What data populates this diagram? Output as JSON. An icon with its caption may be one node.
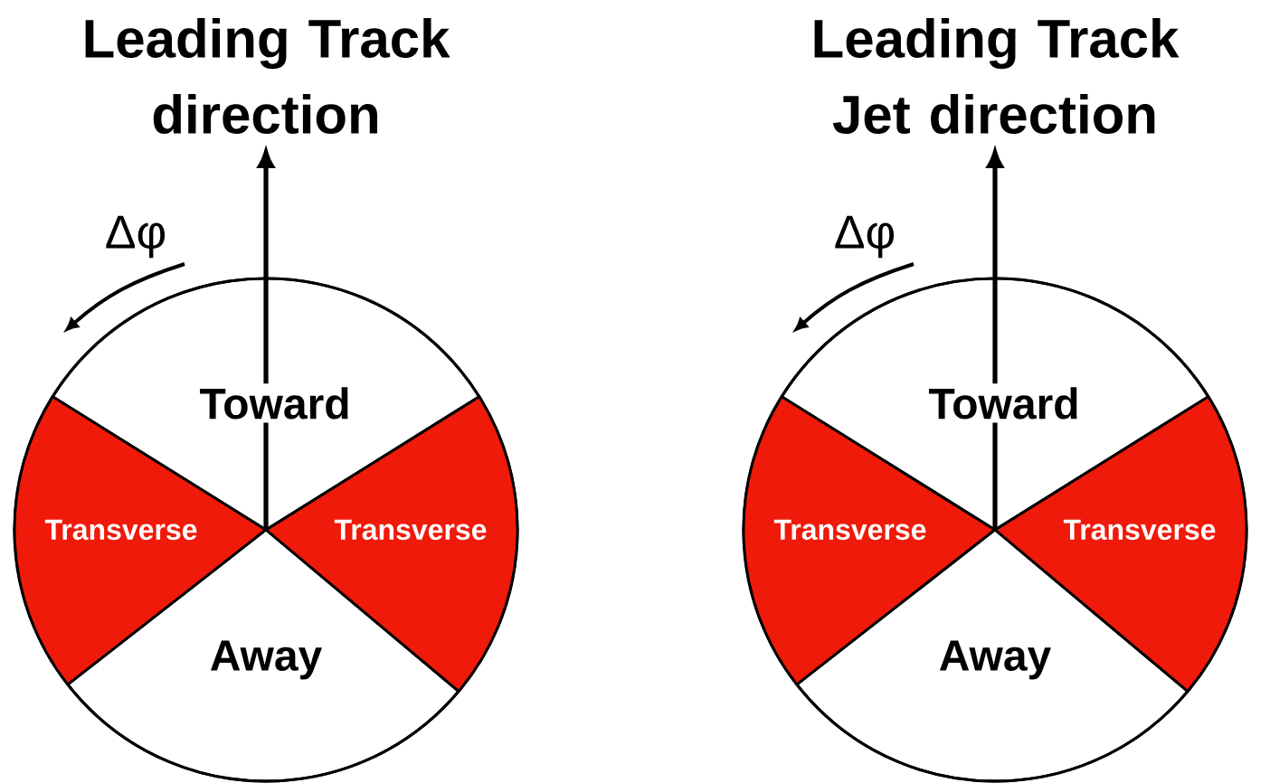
{
  "diagram": {
    "nodes": [
      {
        "text": [],
        "shape": "circle"
      },
      {
        "text": [
          "Toward"
        ],
        "in": 0
      },
      {
        "text": [
          "Transverse"
        ],
        "in": 0
      },
      {
        "text": [
          "Transverse"
        ],
        "in": 0
      },
      {
        "text": [
          "Away"
        ],
        "in": 0
      },
      {
        "text": [],
        "shape": "circle"
      },
      {
        "text": [
          "Toward"
        ],
        "in": 5
      },
      {
        "text": [
          "Transverse"
        ],
        "in": 5
      },
      {
        "text": [
          "Transverse"
        ],
        "in": 5
      },
      {
        "text": [
          "Away"
        ],
        "in": 5
      }
    ],
    "labels": [
      "Leading Track direction",
      "Δφ",
      "Leading Track Jet direction",
      "Δφ"
    ]
  }
}
